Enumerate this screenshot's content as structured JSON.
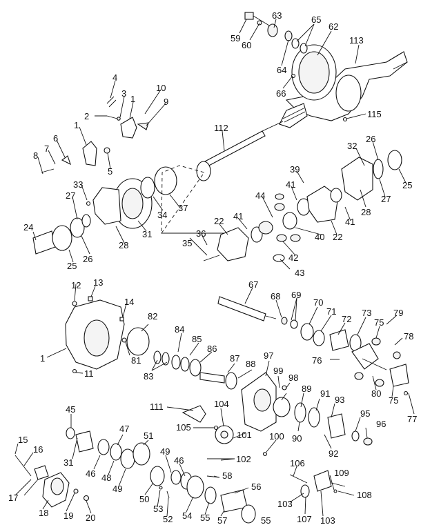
{
  "title": "",
  "callouts": [
    "59",
    "60",
    "63",
    "65",
    "62",
    "113",
    "64",
    "66",
    "115",
    "4",
    "3",
    "1",
    "10",
    "9",
    "2",
    "112",
    "1",
    "6",
    "7",
    "8",
    "5",
    "32",
    "26",
    "25",
    "27",
    "28",
    "39",
    "41",
    "41",
    "22",
    "33",
    "44",
    "37",
    "34",
    "27",
    "31",
    "28",
    "36",
    "22",
    "24",
    "26",
    "25",
    "35",
    "40",
    "41",
    "42",
    "43",
    "12",
    "13",
    "14",
    "1",
    "67",
    "68",
    "69",
    "70",
    "71",
    "72",
    "73",
    "75",
    "79",
    "78",
    "82",
    "84",
    "85",
    "81",
    "86",
    "83",
    "76",
    "11",
    "87",
    "97",
    "88",
    "99",
    "98",
    "80",
    "75",
    "77",
    "89",
    "91",
    "93",
    "45",
    "111",
    "104",
    "90",
    "92",
    "95",
    "96",
    "105",
    "101",
    "100",
    "47",
    "51",
    "15",
    "16",
    "31",
    "46",
    "48",
    "49",
    "50",
    "49",
    "46",
    "102",
    "58",
    "56",
    "17",
    "18",
    "19",
    "20",
    "53",
    "52",
    "54",
    "55",
    "57",
    "55",
    "106",
    "109",
    "103",
    "108",
    "107",
    "103"
  ]
}
